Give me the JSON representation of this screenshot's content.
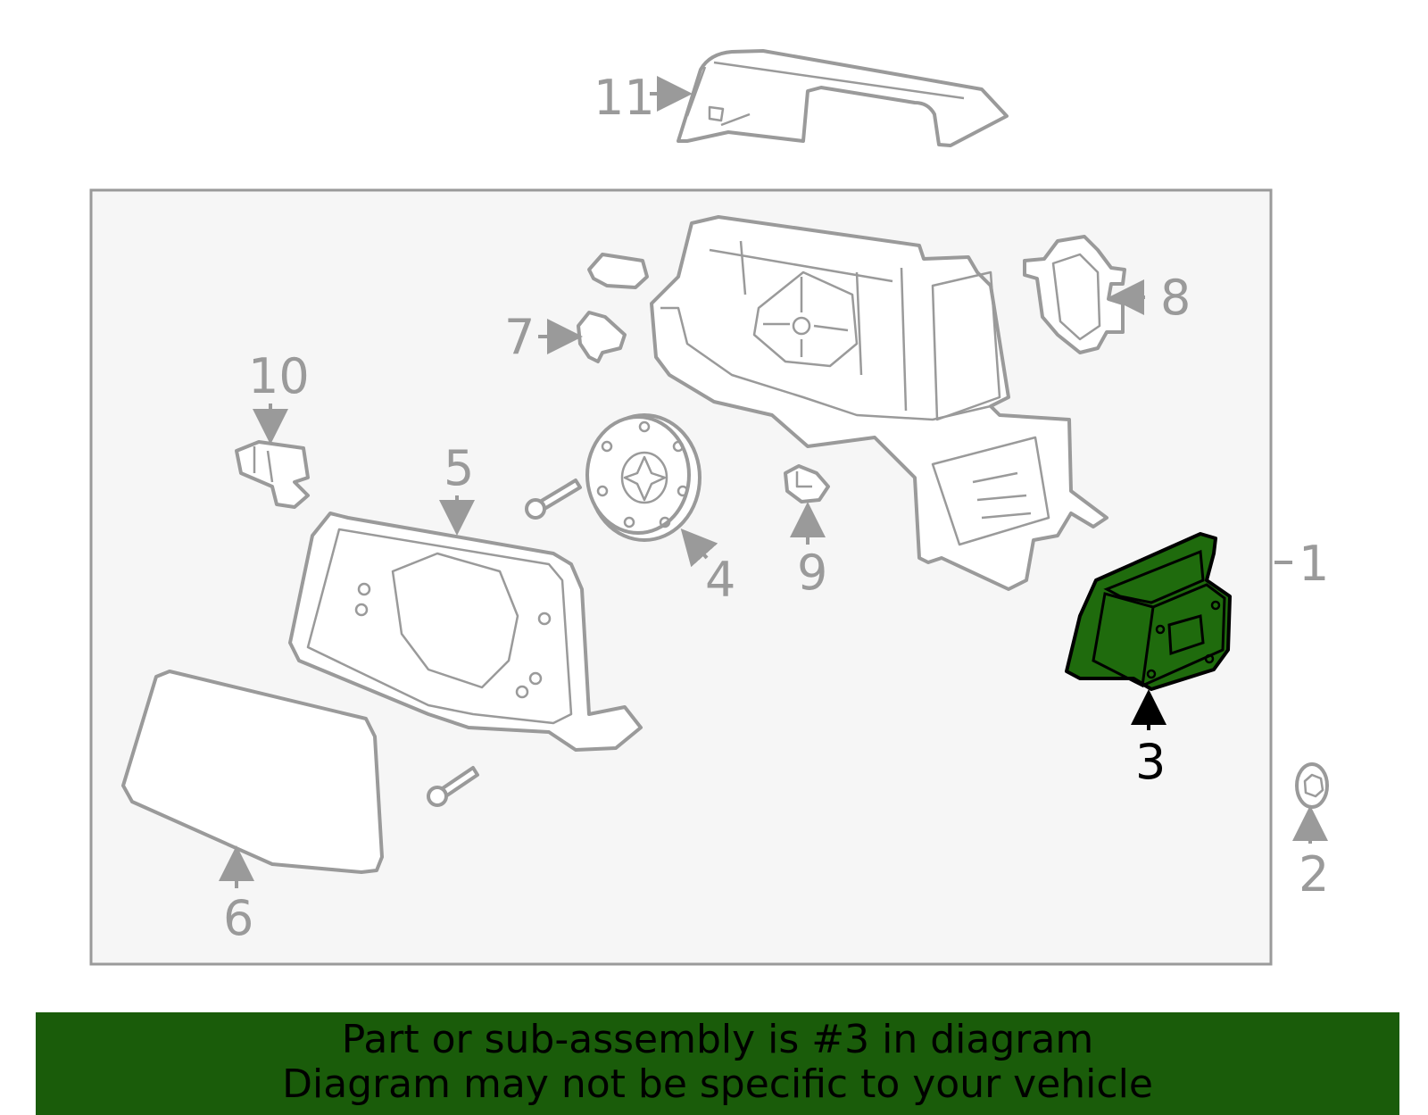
{
  "highlight_color": "#1f6b0d",
  "banner": {
    "line1": "Part or sub-assembly is #3 in diagram",
    "line2": "Diagram may not be specific to your vehicle"
  },
  "callouts": {
    "c1": "1",
    "c2": "2",
    "c3": "3",
    "c4": "4",
    "c5": "5",
    "c6": "6",
    "c7": "7",
    "c8": "8",
    "c9": "9",
    "c10": "10",
    "c11": "11"
  },
  "highlighted_part": "3"
}
